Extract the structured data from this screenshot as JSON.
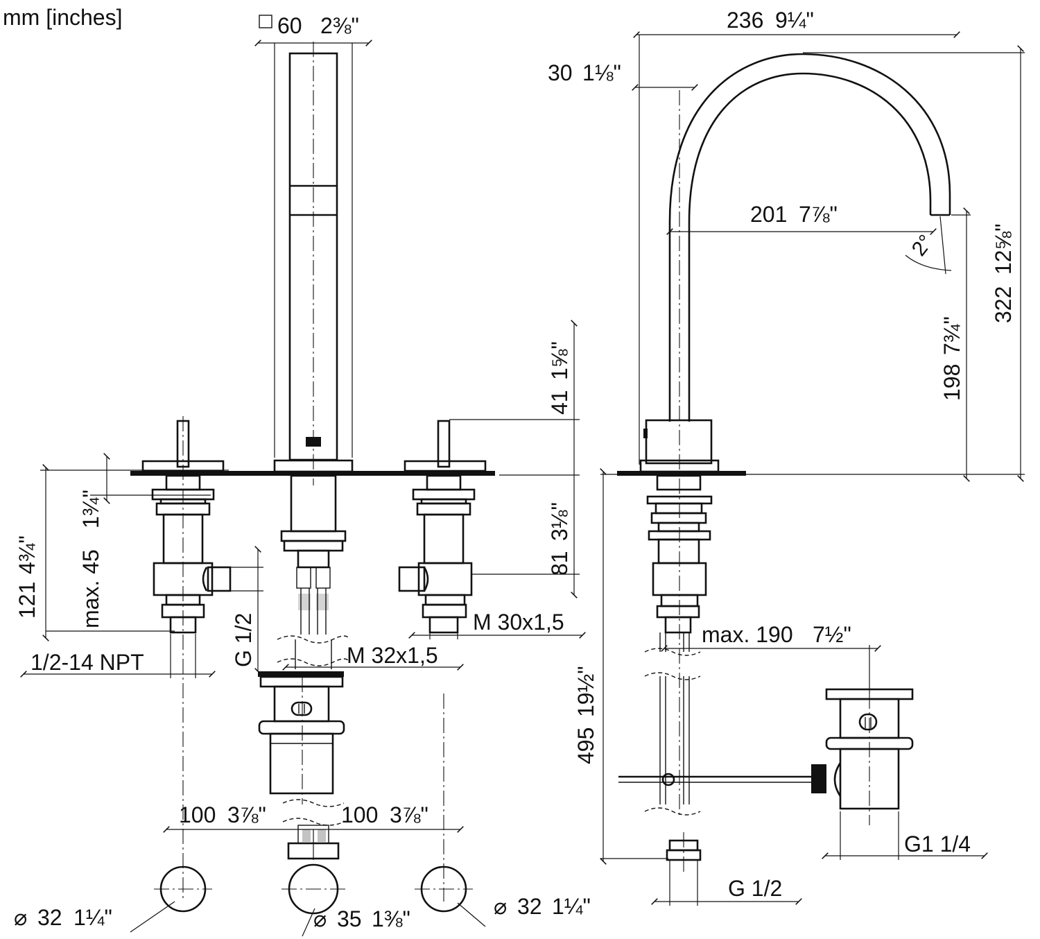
{
  "units_note": "mm [inches]",
  "dimensions": {
    "square_60": "60",
    "square_60_in": "2⅜\"",
    "spout_reach": "236",
    "spout_reach_in": "9¼\"",
    "spout_offset": "30",
    "spout_offset_in": "1⅛\"",
    "spout_projection": "201",
    "spout_projection_in": "7⅞\"",
    "angle": "2°",
    "total_height": "322",
    "total_height_in": "12⅝\"",
    "outlet_height": "198",
    "outlet_height_in": "7¾\"",
    "handle_height": "41",
    "handle_height_in": "1⅝\"",
    "below_deck_height": "81",
    "below_deck_height_in": "3⅛\"",
    "max_deck": "max. 45",
    "max_deck_in": "1¾\"",
    "valve_height": "121",
    "valve_height_in": "4¾\"",
    "npt_thread": "1/2-14 NPT",
    "g_half_thread": "G 1/2",
    "m30_thread": "M 30x1,5",
    "m32_thread": "M 32x1,5",
    "max_190": "max. 190",
    "max_190_in": "7½\"",
    "drain_height": "495",
    "drain_height_in": "19½\"",
    "g_1_1_4": "G1 1/4",
    "g_half_bottom": "G 1/2",
    "spacing_left": "100",
    "spacing_left_in": "3⅞\"",
    "spacing_right": "100",
    "spacing_right_in": "3⅞\"",
    "dia_32_left": "32",
    "dia_32_left_in": "1¼\"",
    "dia_35": "35",
    "dia_35_in": "1⅜\"",
    "dia_32_right": "32",
    "dia_32_right_in": "1¼\""
  }
}
